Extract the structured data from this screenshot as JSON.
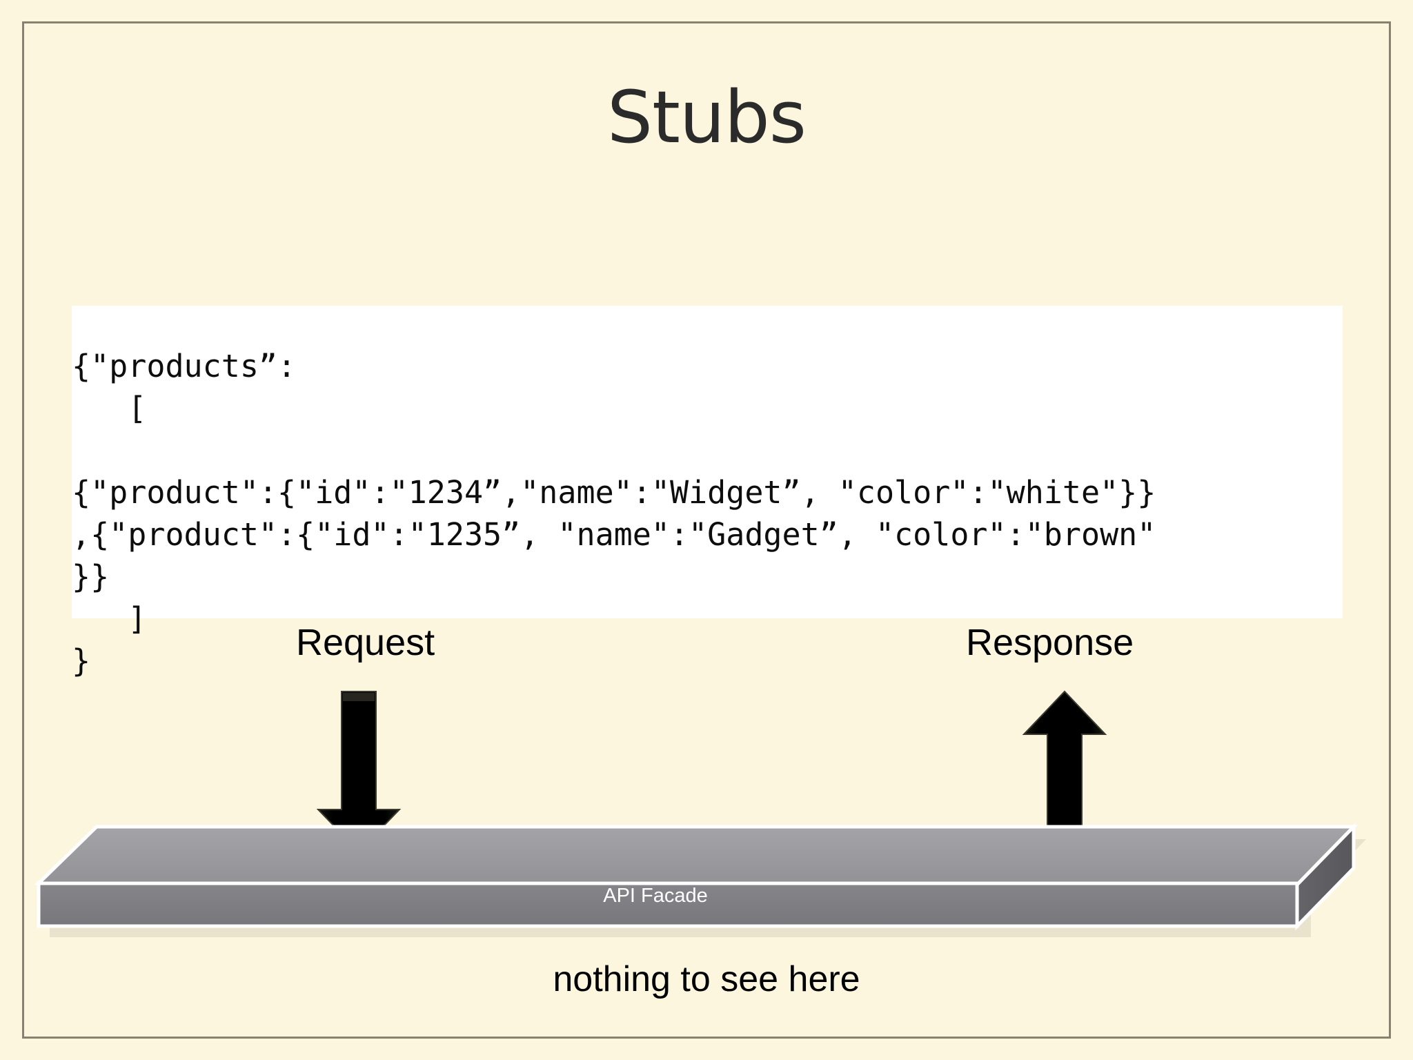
{
  "slide": {
    "title": "Stubs",
    "background_color": "#FCF6DF",
    "border_color": "#8A8070"
  },
  "code_block": {
    "background_color": "#FFFFFF",
    "text_color": "#0D0D0D",
    "content": "{\"products”:\n   [\n\n{\"product\":{\"id\":\"1234”,\"name\":\"Widget”, \"color\":\"white\"}}\n,{\"product\":{\"id\":\"1235”, \"name\":\"Gadget”, \"color\":\"brown\"\n}}\n   ]\n}"
  },
  "flow": {
    "request_label": "Request",
    "response_label": "Response",
    "arrow_color": "#0A0A0A",
    "arrow_down_icon": "arrow-down-icon",
    "arrow_up_icon": "arrow-up-icon"
  },
  "facade": {
    "label": "API Facade",
    "top_face_color": "#9A9A9E",
    "front_face_color": "#7F7F83",
    "side_face_color": "#5F5F63",
    "outline_color": "#FFFFFF",
    "label_color": "#FFFFFF"
  },
  "footer": {
    "note": "nothing to see here"
  }
}
